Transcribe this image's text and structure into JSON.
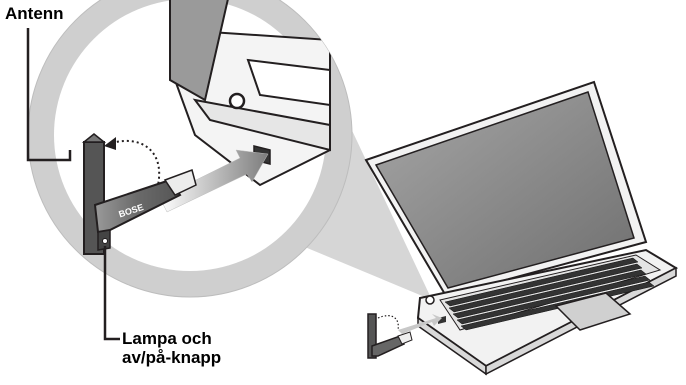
{
  "labels": {
    "antenna": "Antenn",
    "lamp_line1": "Lampa och",
    "lamp_line2": "av/på-knapp"
  },
  "adapter": {
    "brand_text": "BOSE"
  },
  "icons": {
    "antenna_arrow": "dotted-curved-arrow-icon",
    "insert_arrow": "insertion-arrow-icon",
    "laptop": "laptop-illustration",
    "usb_adapter": "usb-adapter-illustration"
  },
  "colors": {
    "outline": "#231f20",
    "zoom_disc": "#cfcfcf",
    "laptop_body": "#f2f2f2",
    "screen": "#8c8c8c",
    "key": "#333333"
  }
}
